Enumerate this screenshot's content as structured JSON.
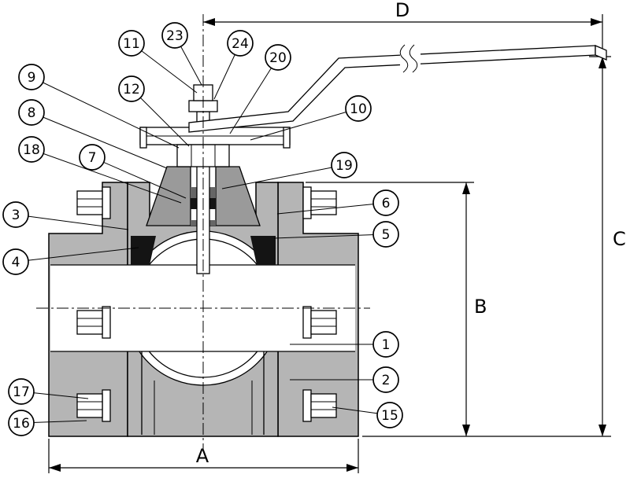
{
  "drawing": {
    "kind": "ball-valve-cross-section"
  },
  "dimension_labels": {
    "A": "A",
    "B": "B",
    "C": "C",
    "D": "D"
  },
  "colors": {
    "body_fill": "#b5b5b5",
    "bonnet_fill": "#9a9a9a",
    "seat_fill": "#141414",
    "line": "#000000"
  },
  "callouts": [
    {
      "label": "11"
    },
    {
      "label": "23"
    },
    {
      "label": "24"
    },
    {
      "label": "20"
    },
    {
      "label": "9"
    },
    {
      "label": "12"
    },
    {
      "label": "10"
    },
    {
      "label": "8"
    },
    {
      "label": "18"
    },
    {
      "label": "7"
    },
    {
      "label": "19"
    },
    {
      "label": "3"
    },
    {
      "label": "6"
    },
    {
      "label": "5"
    },
    {
      "label": "4"
    },
    {
      "label": "1"
    },
    {
      "label": "2"
    },
    {
      "label": "17"
    },
    {
      "label": "15"
    },
    {
      "label": "16"
    }
  ]
}
